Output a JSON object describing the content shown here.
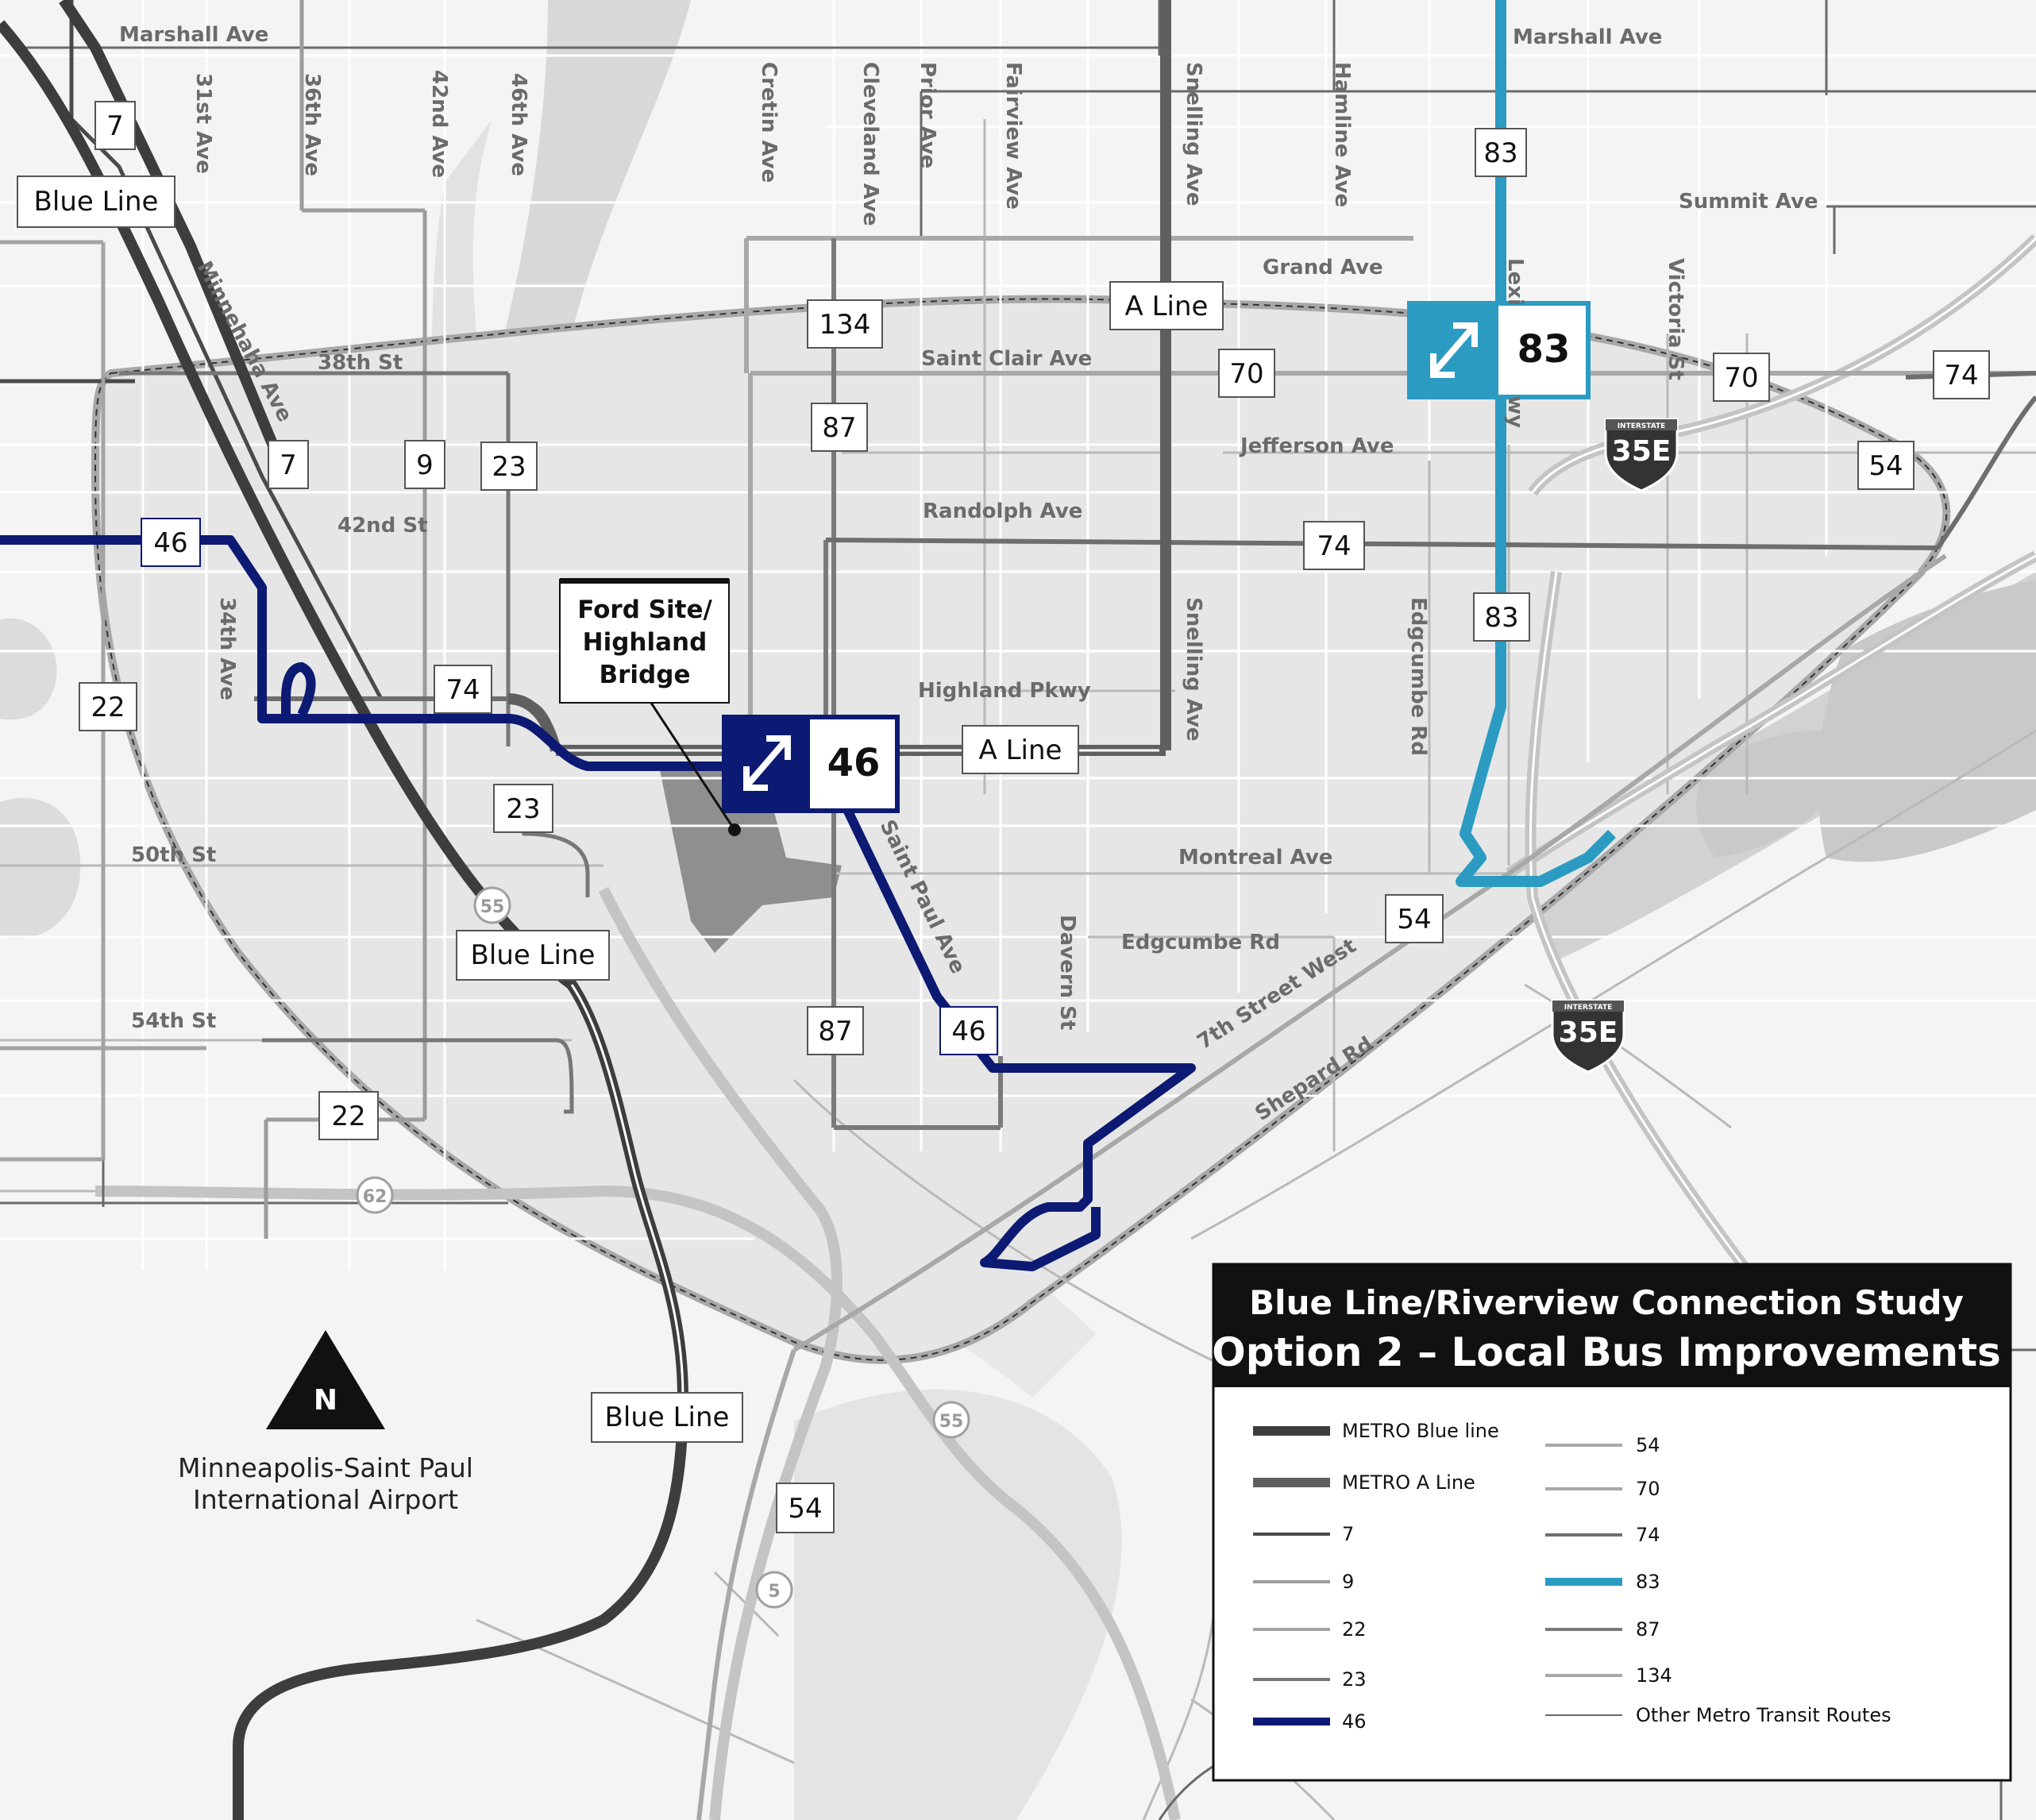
{
  "title": {
    "line1": "Blue Line/Riverview Connection Study",
    "line2": "Option 2 – Local Bus Improvements"
  },
  "streets": {
    "marshall_w": "Marshall Ave",
    "marshall_e": "Marshall Ave",
    "ave31": "31st Ave",
    "ave36": "36th Ave",
    "ave42": "42nd Ave",
    "ave46": "46th Ave",
    "cretin": "Cretin Ave",
    "cleveland": "Cleveland Ave",
    "prior": "Prior Ave",
    "fairview": "Fairview Ave",
    "snelling_n": "Snelling Ave",
    "hamline": "Hamline Ave",
    "summit": "Summit Ave",
    "grand": "Grand Ave",
    "lexi": "Lexi",
    "victoria": "Victoria St",
    "saint_clair": "Saint Clair Ave",
    "st38": "38th St",
    "minnehaha": "Minnehaha Ave",
    "jefferson": "Jefferson Ave",
    "randolph": "Randolph Ave",
    "st42": "42nd St",
    "ave34": "34th Ave",
    "highland": "Highland Pkwy",
    "snelling_s": "Snelling Ave",
    "edgcumbe_v": "Edgcumbe Rd",
    "montreal": "Montreal Ave",
    "st50": "50th St",
    "saint_paul": "Saint Paul Ave",
    "edgcumbe_h": "Edgcumbe Rd",
    "davern": "Davern St",
    "seventh": "7th Street West",
    "st54": "54th St",
    "shepard": "Shepard Rd",
    "lexi_rest": "wy"
  },
  "route_labels": {
    "r7_top": "7",
    "blue_top": "Blue Line",
    "r83_top": "83",
    "a_line_top": "A Line",
    "r134": "134",
    "r70_a": "70",
    "r70_b": "70",
    "r74_e": "74",
    "r87_top": "87",
    "r7_mid": "7",
    "r9": "9",
    "r23_top": "23",
    "r54_e": "54",
    "r46_w": "46",
    "r74_mid": "74",
    "r83_mid": "83",
    "r74_w": "74",
    "r22_w": "22",
    "a_line_mid": "A Line",
    "r23_mid": "23",
    "blue_mid": "Blue Line",
    "r54_mid": "54",
    "r87_low": "87",
    "r46_low": "46",
    "r22_low": "22",
    "blue_low": "Blue Line",
    "r54_low": "54"
  },
  "highways": {
    "i35e_a": "35E",
    "i35e_b": "35E",
    "interstate_word": "INTERSTATE",
    "h55_a": "55",
    "h55_b": "55",
    "h62": "62",
    "h5": "5"
  },
  "improvement_badges": {
    "b83": "83",
    "b46": "46"
  },
  "ford_site": {
    "line1": "Ford Site/",
    "line2": "Highland",
    "line3": "Bridge"
  },
  "north": {
    "letter": "N"
  },
  "airport": {
    "line1": "Minneapolis-Saint Paul",
    "line2": "International Airport"
  },
  "legend": {
    "items": [
      {
        "label": "METRO Blue line",
        "color": "#3d3d3d"
      },
      {
        "label": "METRO A Line",
        "color": "#5f5f5f"
      },
      {
        "label": "7",
        "color": "#4a4a4a"
      },
      {
        "label": "9",
        "color": "#9c9c9c"
      },
      {
        "label": "22",
        "color": "#a4a4a4"
      },
      {
        "label": "23",
        "color": "#777777"
      },
      {
        "label": "46",
        "color": "#0c1a73"
      },
      {
        "label": "54",
        "color": "#a8a8a8"
      },
      {
        "label": "70",
        "color": "#a8a8a8"
      },
      {
        "label": "74",
        "color": "#6e6e6e"
      },
      {
        "label": "83",
        "color": "#2b9bc2"
      },
      {
        "label": "87",
        "color": "#7a7a7a"
      },
      {
        "label": "134",
        "color": "#a8a8a8"
      },
      {
        "label": "Other Metro Transit Routes",
        "color": "#6a6a6a"
      }
    ]
  },
  "colors": {
    "route46": "#0c1a73",
    "route83": "#2b9bc2",
    "study_area": "#e6e6e6"
  }
}
